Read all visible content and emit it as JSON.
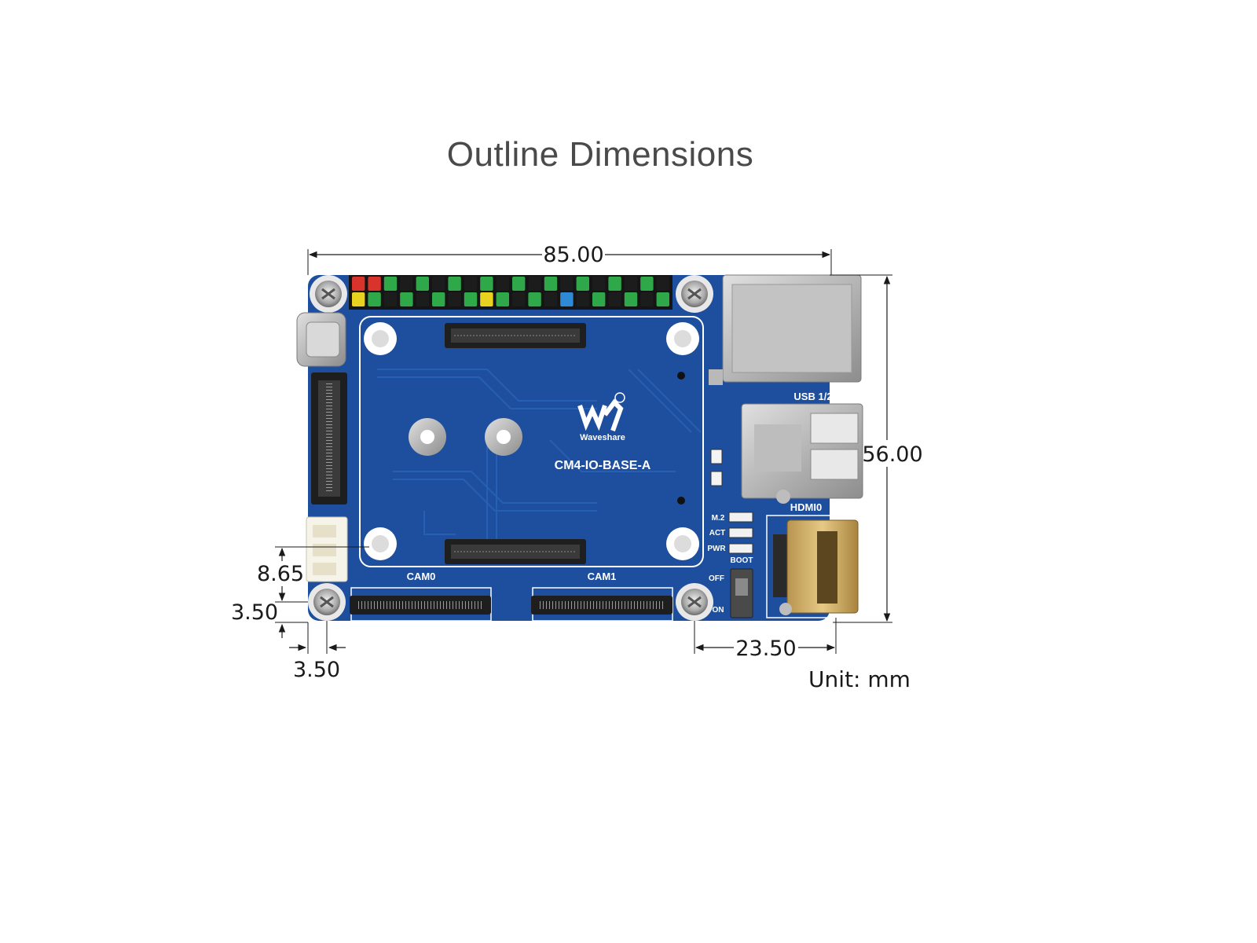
{
  "title": "Outline Dimensions",
  "unit": "Unit: mm",
  "dimensions": {
    "width": "85.00",
    "height": "56.00",
    "hole_offset_x_right": "23.50",
    "hole_offset_y_left": "8.65",
    "hole_margin_bottom": "3.50",
    "hole_margin_left": "3.50"
  },
  "board": {
    "model": "CM4-IO-BASE-A",
    "brand": "Waveshare",
    "labels": {
      "usb": "USB 1/2",
      "hdmi": "HDMI0",
      "cam0": "CAM0",
      "cam1": "CAM1",
      "led_m2": "M.2",
      "led_act": "ACT",
      "led_pwr": "PWR",
      "boot": "BOOT",
      "switch_off": "OFF",
      "switch_on": "ON"
    }
  },
  "colors": {
    "pcb": "#1d4f9e",
    "pcb_dark": "#143d7d",
    "header_green": "#2fa84a",
    "header_red": "#d8342c",
    "header_yellow": "#e8d21f",
    "header_blue": "#2f8ad6",
    "metal": "#c9c9c9"
  }
}
